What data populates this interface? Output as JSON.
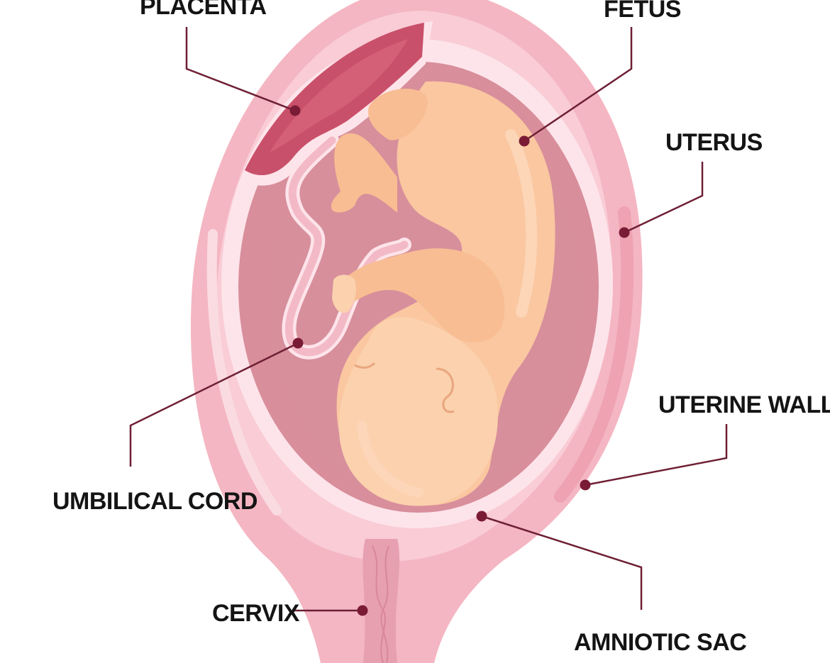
{
  "labels": {
    "placenta": "PLACENTA",
    "fetus": "FETUS",
    "uterus": "UTERUS",
    "uterine_wall": "UTERINE WALL",
    "umbilical_cord": "UMBILICAL CORD",
    "cervix": "CERVIX",
    "amniotic_sac": "AMNIOTIC SAC"
  },
  "colors": {
    "uterus_outer": "#f4b6c2",
    "uterus_inner": "#f9ccd6",
    "amniotic_sac_membrane": "#fde4ea",
    "amniotic_fluid": "#d88e9b",
    "placenta": "#c9506a",
    "fetus_skin": "#fac7a0",
    "umbilical_cord": "#f6c5cf",
    "leader_line": "#6e1f34",
    "label_text": "#141414"
  }
}
